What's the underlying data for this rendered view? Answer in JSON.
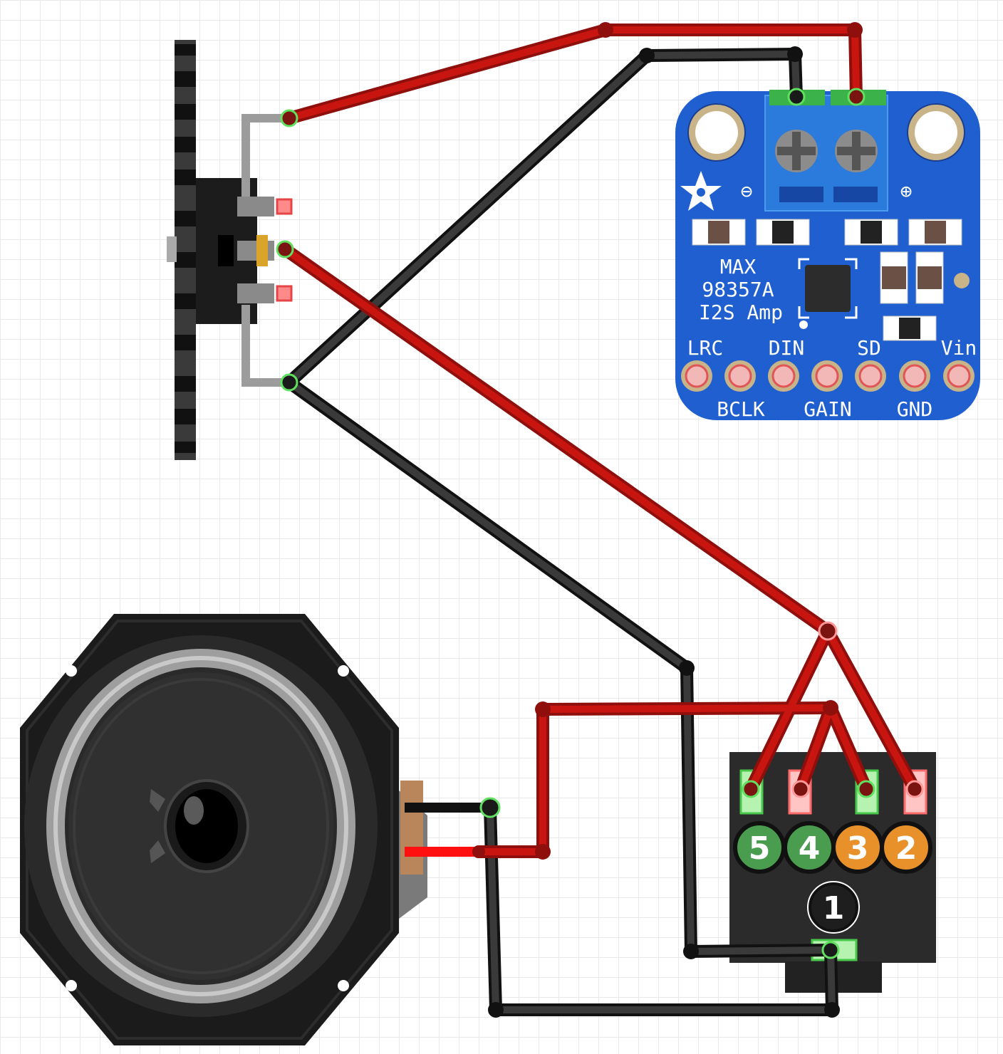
{
  "amp_board": {
    "chip_name_line1": "MAX",
    "chip_name_line2": "98357A",
    "chip_name_line3": "I2S Amp",
    "terminal_minus": "⊖",
    "terminal_plus": "⊕",
    "top_pin_labels": [
      "LRC",
      "DIN",
      "SD",
      "Vin"
    ],
    "bottom_pin_labels": [
      "BCLK",
      "GAIN",
      "GND"
    ]
  },
  "jack": {
    "pin_numbers": [
      "5",
      "4",
      "3",
      "2",
      "1"
    ]
  },
  "colors": {
    "wire_red": "#c0140f",
    "wire_black": "#2a2a2a",
    "board_blue": "#1f5fd0",
    "pin_orange": "#e8912a",
    "pin_green": "#4a9d4f",
    "connection_green": "#3bd13b"
  }
}
